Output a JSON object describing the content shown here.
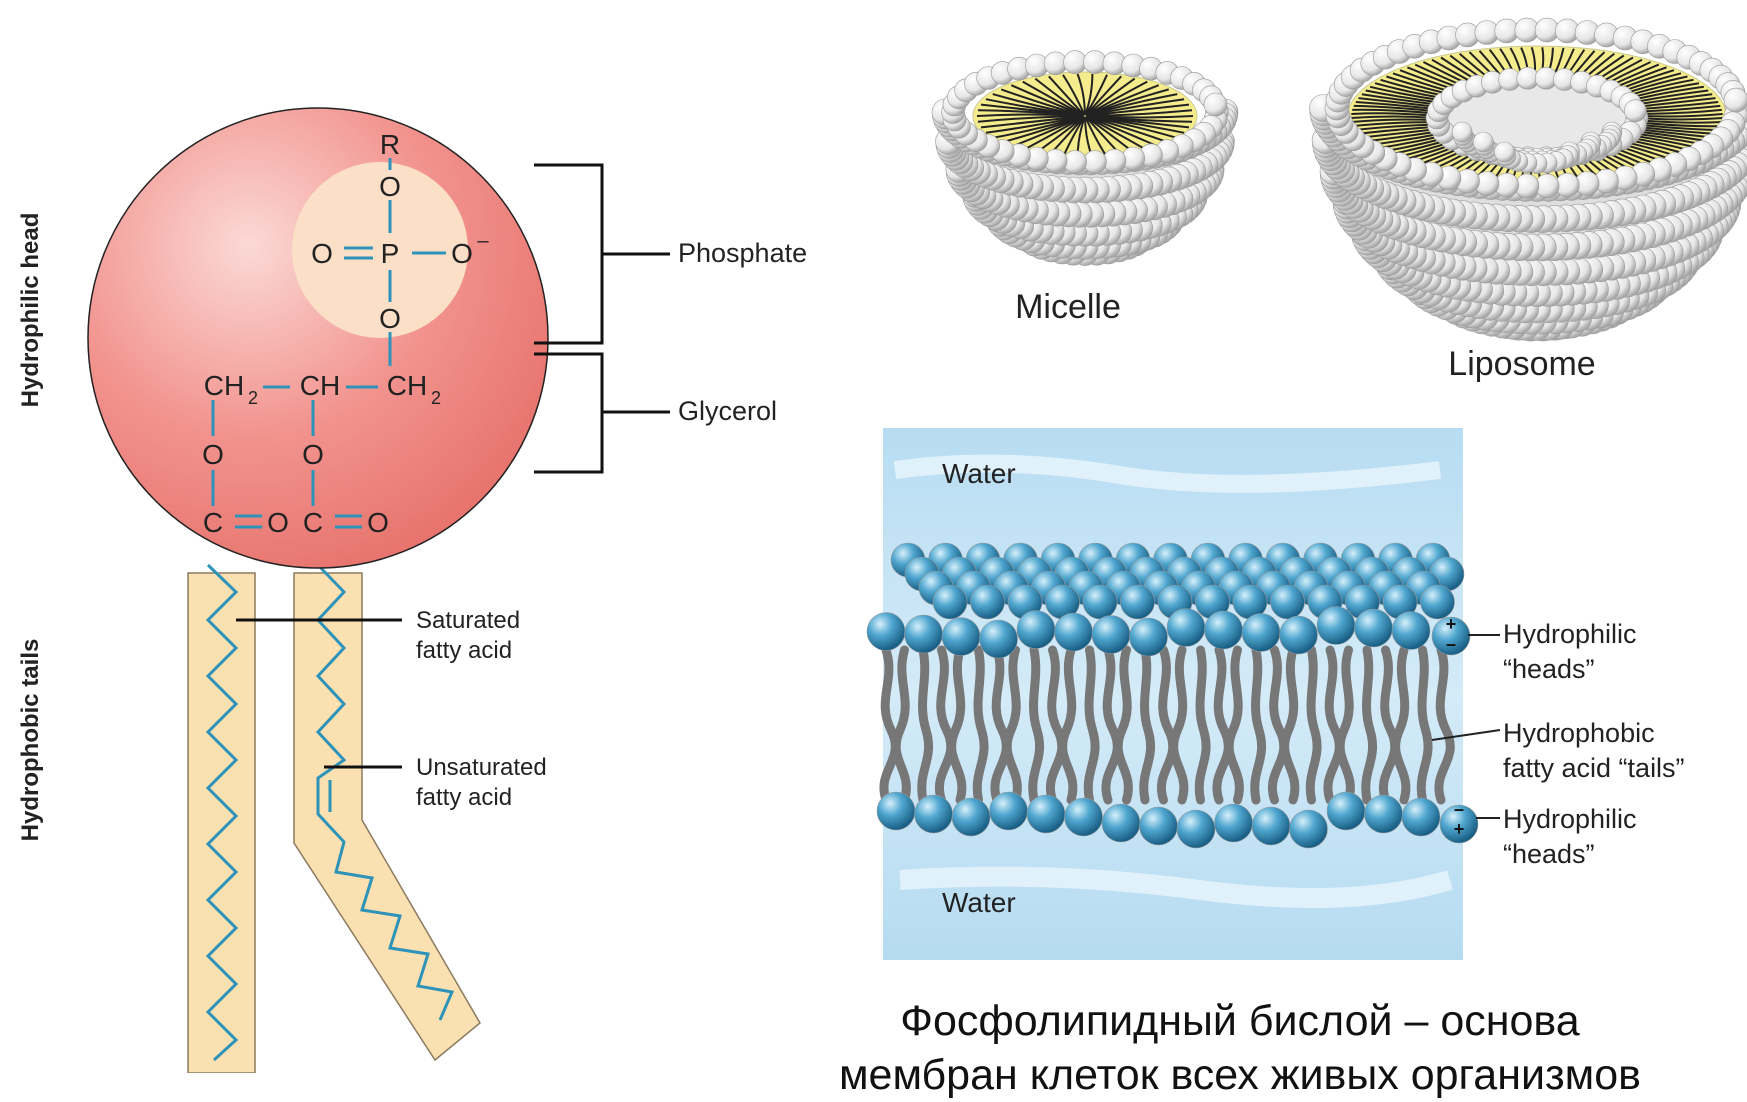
{
  "phospholipid": {
    "axis_head": "Hydrophilic head",
    "axis_tails": "Hydrophobic tails",
    "labels": {
      "phosphate": "Phosphate",
      "glycerol": "Glycerol",
      "saturated_1": "Saturated",
      "saturated_2": "fatty acid",
      "unsaturated_1": "Unsaturated",
      "unsaturated_2": "fatty acid"
    },
    "atoms": {
      "r": "R",
      "o_top": "O",
      "o_left": "O",
      "p": "P",
      "o_minus": "O",
      "minus": "–",
      "o_bottom": "O",
      "ch2": "CH",
      "ch": "CH",
      "sub2": "2",
      "o": "O",
      "c": "C"
    }
  },
  "vesicles": {
    "micelle": "Micelle",
    "liposome": "Liposome"
  },
  "bilayer": {
    "water_top": "Water",
    "water_bottom": "Water",
    "heads_top_1": "Hydrophilic",
    "heads_top_2": "“heads”",
    "tails_1": "Hydrophobic",
    "tails_2": "fatty acid “tails”",
    "heads_bottom_1": "Hydrophilic",
    "heads_bottom_2": "“heads”",
    "plus": "+",
    "minus": "–"
  },
  "caption": {
    "line1": "Фосфолипидный бислой – основа",
    "line2": "мембран клеток всех живых организмов"
  }
}
